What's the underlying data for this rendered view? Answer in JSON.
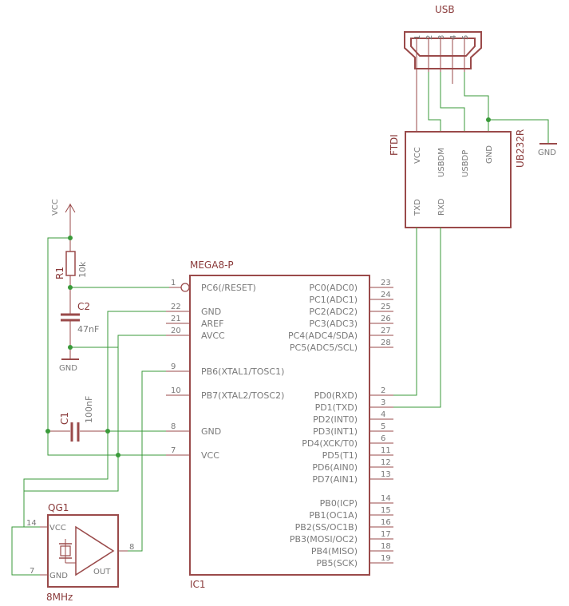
{
  "usb": {
    "title": "USB",
    "pins": [
      "1",
      "2",
      "3",
      "4",
      "5"
    ]
  },
  "ftdi": {
    "name": "FTDI",
    "part": "UB232R",
    "pins_top": [
      "VCC",
      "USBDM",
      "USBDP",
      "GND"
    ],
    "pins_bottom": [
      "TXD",
      "RXD"
    ]
  },
  "gnd_symbols": [
    "GND",
    "GND"
  ],
  "vcc": "VCC",
  "r1": {
    "name": "R1",
    "value": "10k"
  },
  "c2": {
    "name": "C2",
    "value": "47nF"
  },
  "c1": {
    "name": "C1",
    "value": "100nF"
  },
  "mcu": {
    "part": "MEGA8-P",
    "name": "IC1",
    "left_pins": [
      {
        "num": "1",
        "label": "PC6(/RESET)"
      },
      {
        "num": "22",
        "label": "GND"
      },
      {
        "num": "21",
        "label": "AREF"
      },
      {
        "num": "20",
        "label": "AVCC"
      },
      {
        "num": "9",
        "label": "PB6(XTAL1/TOSC1)"
      },
      {
        "num": "10",
        "label": "PB7(XTAL2/TOSC2)"
      },
      {
        "num": "8",
        "label": "GND"
      },
      {
        "num": "7",
        "label": "VCC"
      }
    ],
    "right_pins": [
      {
        "num": "23",
        "label": "PC0(ADC0)"
      },
      {
        "num": "24",
        "label": "PC1(ADC1)"
      },
      {
        "num": "25",
        "label": "PC2(ADC2)"
      },
      {
        "num": "26",
        "label": "PC3(ADC3)"
      },
      {
        "num": "27",
        "label": "PC4(ADC4/SDA)"
      },
      {
        "num": "28",
        "label": "PC5(ADC5/SCL)"
      },
      {
        "num": "2",
        "label": "PD0(RXD)"
      },
      {
        "num": "3",
        "label": "PD1(TXD)"
      },
      {
        "num": "4",
        "label": "PD2(INT0)"
      },
      {
        "num": "5",
        "label": "PD3(INT1)"
      },
      {
        "num": "6",
        "label": "PD4(XCK/T0)"
      },
      {
        "num": "11",
        "label": "PD5(T1)"
      },
      {
        "num": "12",
        "label": "PD6(AIN0)"
      },
      {
        "num": "13",
        "label": "PD7(AIN1)"
      },
      {
        "num": "14",
        "label": "PB0(ICP)"
      },
      {
        "num": "15",
        "label": "PB1(OC1A)"
      },
      {
        "num": "16",
        "label": "PB2(SS/OC1B)"
      },
      {
        "num": "17",
        "label": "PB3(MOSI/OC2)"
      },
      {
        "num": "18",
        "label": "PB4(MISO)"
      },
      {
        "num": "19",
        "label": "PB5(SCK)"
      }
    ]
  },
  "qg1": {
    "name": "QG1",
    "value": "8MHz",
    "pins": [
      {
        "num": "14",
        "label": "VCC"
      },
      {
        "num": "7",
        "label": "GND"
      },
      {
        "num": "8",
        "label": "OUT"
      }
    ]
  }
}
